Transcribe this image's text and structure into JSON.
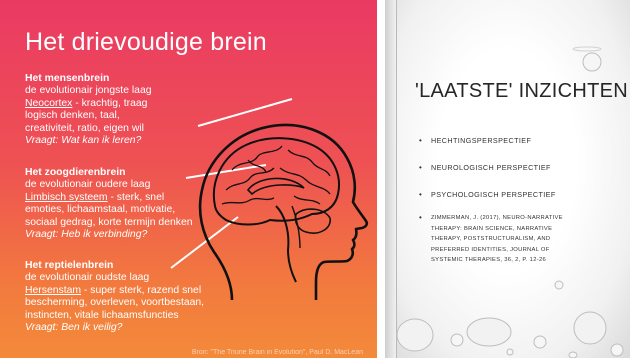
{
  "left_slide": {
    "title": "Het drievoudige brein",
    "sections": [
      {
        "heading": "Het mensenbrein",
        "line1": "de evolutionair jongste laag",
        "term": "Neocortex",
        "line2_rest": " - krachtig, traag",
        "line3": "logisch denken, taal,",
        "line4": "creativiteit, ratio, eigen wil",
        "question": "Vraagt: Wat kan ik leren?"
      },
      {
        "heading": "Het zoogdierenbrein",
        "line1": "de evolutionair oudere laag",
        "term": "Limbisch systeem",
        "line2_rest": " - sterk, snel",
        "line3": "emoties, lichaamstaal, motivatie,",
        "line4": "sociaal gedrag, korte termijn denken",
        "question": "Vraagt: Heb ik verbinding?"
      },
      {
        "heading": "Het reptielenbrein",
        "line1": "de evolutionair oudste laag",
        "term": "Hersenstam",
        "line2_rest": " - super sterk, razend snel",
        "line3": "bescherming, overleven, voortbestaan,",
        "line4": "instincten, vitale lichaamsfuncties",
        "question": "Vraagt: Ben ik veilig?"
      }
    ],
    "source": "Bron: \"The Triune Brain in Evolution\", Paul D. MacLean"
  },
  "right_slide": {
    "title": "'LAATSTE' INZICHTEN",
    "bullet_char": "•",
    "items": [
      "HECHTINGSPERSPECTIEF",
      "NEUROLOGISCH PERSPECTIEF",
      "PSYCHOLOGISCH PERSPECTIEF"
    ],
    "reference_lines": [
      "ZIMMERMAN, J. (2017), NEURO-NARRATIVE",
      "THERAPY: BRAIN SCIENCE, NARRATIVE",
      "THERAPY, POSTSTRUCTURALISM, AND",
      "PREFERRED IDENTITIES, JOURNAL OF",
      "SYSTEMIC THERAPIES, 36, 2, P. 12-26"
    ]
  },
  "colors": {
    "left_gradient_top": "#ea3a63",
    "left_gradient_bottom": "#f38a3a",
    "text_light": "#ffffff",
    "right_title": "#262626"
  }
}
